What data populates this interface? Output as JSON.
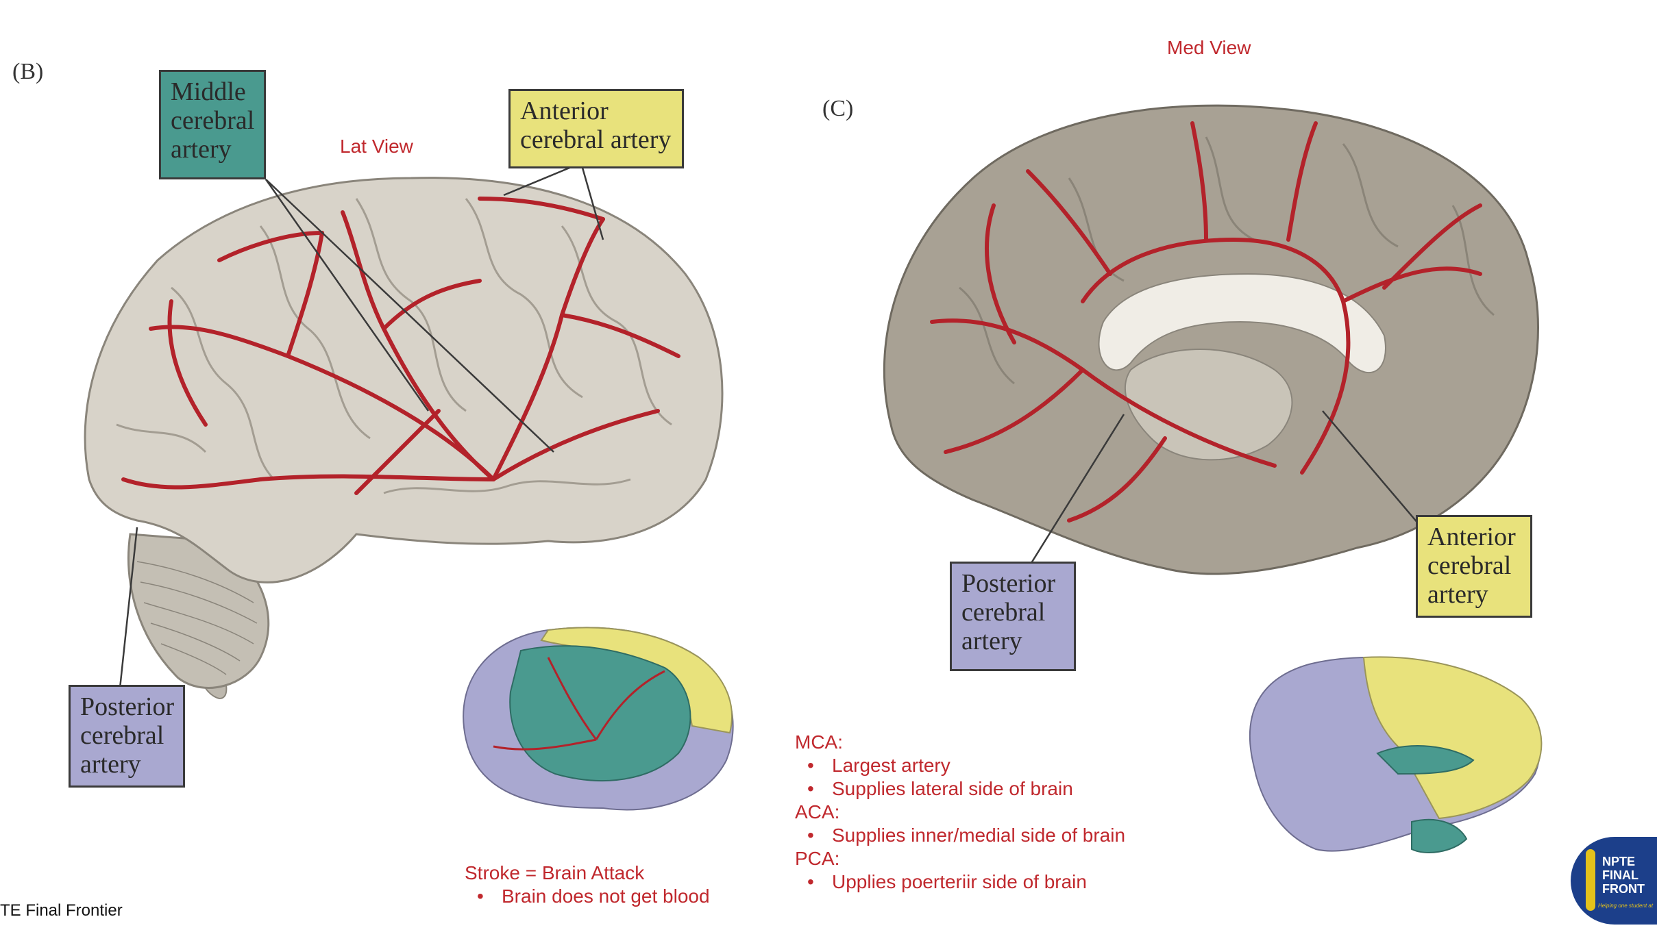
{
  "panel_b": {
    "letter": "(B)",
    "view_label": "Lat View",
    "callouts": {
      "mca": "Middle cerebral artery",
      "aca": "Anterior cerebral artery",
      "pca": "Posterior cerebral artery"
    }
  },
  "panel_c": {
    "letter": "(C)",
    "view_label": "Med View",
    "callouts": {
      "pca": "Posterior cerebral artery",
      "aca": "Anterior cerebral artery"
    }
  },
  "stroke_note": {
    "heading": "Stroke = Brain Attack",
    "bullet": "Brain does not get blood"
  },
  "artery_notes": {
    "mca_heading": "MCA:",
    "mca_bullets": [
      "Largest artery",
      "Supplies lateral side of brain"
    ],
    "aca_heading": "ACA:",
    "aca_bullets": [
      "Supplies inner/medial side of brain"
    ],
    "pca_heading": "PCA:",
    "pca_bullets": [
      "Upplies poerteriir side of brain"
    ]
  },
  "footer": {
    "text": "TE Final Frontier",
    "logo_lines": [
      "NPTE",
      "FINAL",
      "FRONT"
    ],
    "logo_tagline": "Helping one student at"
  },
  "colors": {
    "artery_red": "#b3222a",
    "brain_lateral": "#d8d3c9",
    "brain_medial": "#a8a194",
    "mca_territory": "#4a9a8f",
    "aca_territory": "#e8e27c",
    "pca_territory": "#a9a8d0",
    "note_red": "#c0282d",
    "logo_navy": "#1c3f8a"
  }
}
